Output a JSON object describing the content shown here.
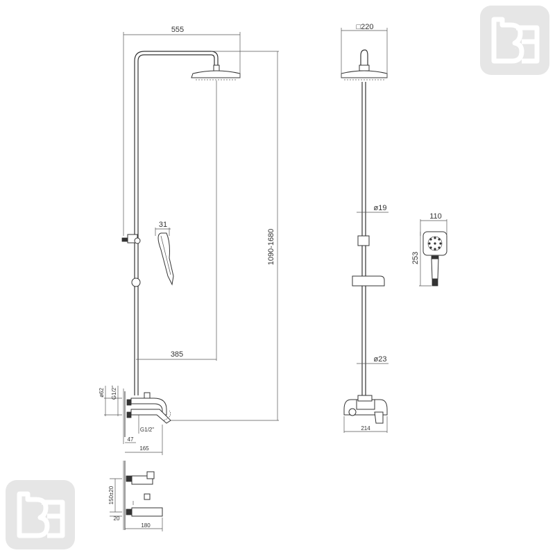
{
  "colors": {
    "line": "#333333",
    "logo_bg": "#e6e6e6",
    "logo_fg": "#ffffff"
  },
  "logo": {
    "text": "bB",
    "icon": "brand-logo-icon"
  },
  "side_view": {
    "width_label": "555",
    "height_label": "1090-1680",
    "arm_label": "385",
    "handshower_label": "31",
    "mixer": {
      "diameter_label": "ø62",
      "thread_label_upper": "G1/2\"",
      "thread_label_lower": "G1/2\"",
      "depth_label": "47",
      "reach_label": "165"
    }
  },
  "front_view": {
    "head_label": "□220",
    "upper_pipe_label": "ø19",
    "lower_pipe_label": "ø23",
    "mixer_width_label": "214"
  },
  "handshower_view": {
    "width_label": "110",
    "height_label": "253"
  },
  "install_view": {
    "centers_label": "150±20",
    "offset_label": "20",
    "width_label": "180"
  }
}
